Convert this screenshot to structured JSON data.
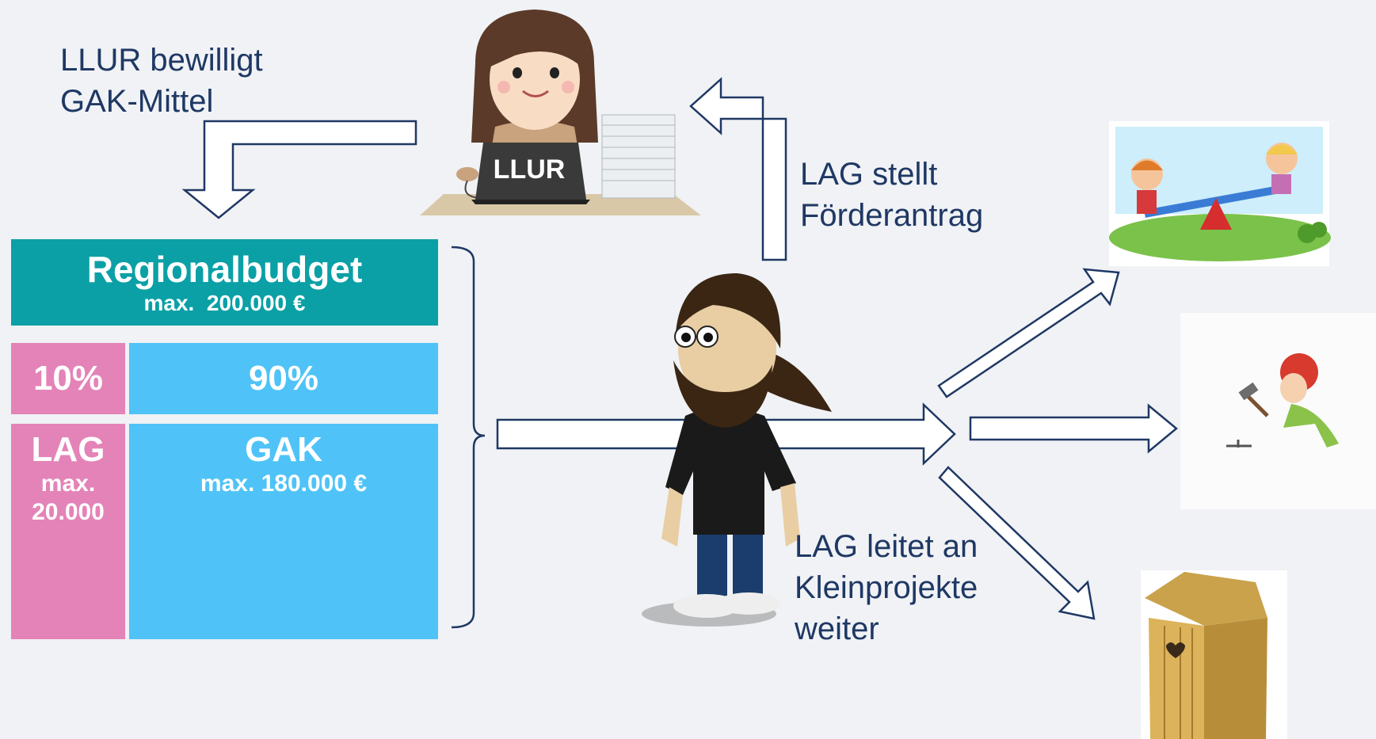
{
  "captions": {
    "llur_line1": "LLUR bewilligt",
    "llur_line2": "GAK-Mittel",
    "antrag_line1": "LAG stellt",
    "antrag_line2": "Förderantrag",
    "leitet_line1": "LAG leitet an",
    "leitet_line2": "Kleinprojekte",
    "leitet_line3": "weiter"
  },
  "laptop_label": "LLUR",
  "budget": {
    "title": "Regionalbudget",
    "title_sub": "max.  200.000 €",
    "lag_percent": "10%",
    "gak_percent": "90%",
    "lag_name": "LAG",
    "lag_max_line1": "max.",
    "lag_max_line2": "20.000",
    "gak_name": "GAK",
    "gak_max": "max. 180.000 €"
  },
  "colors": {
    "teal": "#0aa0a6",
    "pink": "#e483b7",
    "light_blue": "#4fc3f7",
    "navy": "#1f3864",
    "background": "#f0f2f5"
  },
  "icons": [
    "woman-at-laptop-icon",
    "bearded-man-icon",
    "seesaw-kids-icon",
    "woman-hammering-icon",
    "wooden-outhouse-icon"
  ]
}
